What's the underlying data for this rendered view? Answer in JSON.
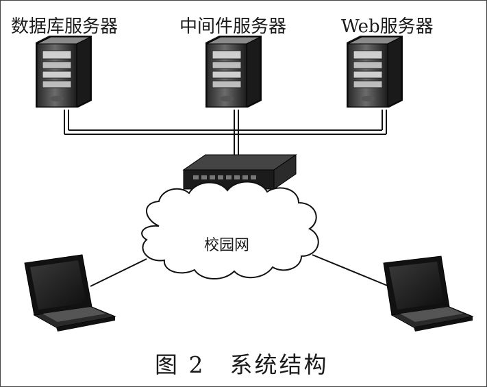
{
  "servers": [
    {
      "label": "数据库服务器"
    },
    {
      "label": "中间件服务器"
    },
    {
      "label": "Web服务器"
    }
  ],
  "network": {
    "label": "校园网"
  },
  "caption": "图 2　系统结构"
}
